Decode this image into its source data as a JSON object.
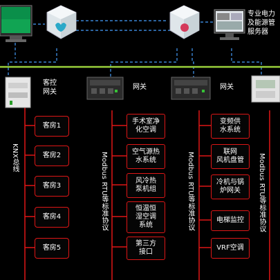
{
  "top": {
    "server_label": [
      "专业电力",
      "及能源管",
      "服务器"
    ]
  },
  "gateways": {
    "kekong": [
      "客控",
      "网关"
    ],
    "gw2": "网关",
    "gw3": "网关"
  },
  "rooms": [
    "客房1",
    "客房2",
    "客房3",
    "客房4",
    "客房5"
  ],
  "buses": {
    "knx": "KNX总线",
    "modbus1": "Modbus RTU等标准协议",
    "modbus2": "Modbus RTU等标准协议",
    "modbus3": "Modbus RTU等标准协议"
  },
  "column1": [
    [
      "手术室净",
      "化空调"
    ],
    [
      "空气源热",
      "水系统"
    ],
    [
      "风冷热",
      "泵机组"
    ],
    [
      "恒温恒",
      "湿空调",
      "系统"
    ],
    [
      "第三方",
      "接口"
    ]
  ],
  "column2": [
    [
      "变频供",
      "水系统"
    ],
    [
      "联网",
      "风机盘管"
    ],
    [
      "冷机与锅",
      "炉网关"
    ],
    [
      "电梯监控"
    ],
    [
      "VRF空调"
    ]
  ],
  "colors": {
    "bus": "#9bd23c",
    "box_border": "#e01616",
    "wire": "#e01616",
    "dashed": "#2f7fd0",
    "cube": "#2aa8c8"
  }
}
